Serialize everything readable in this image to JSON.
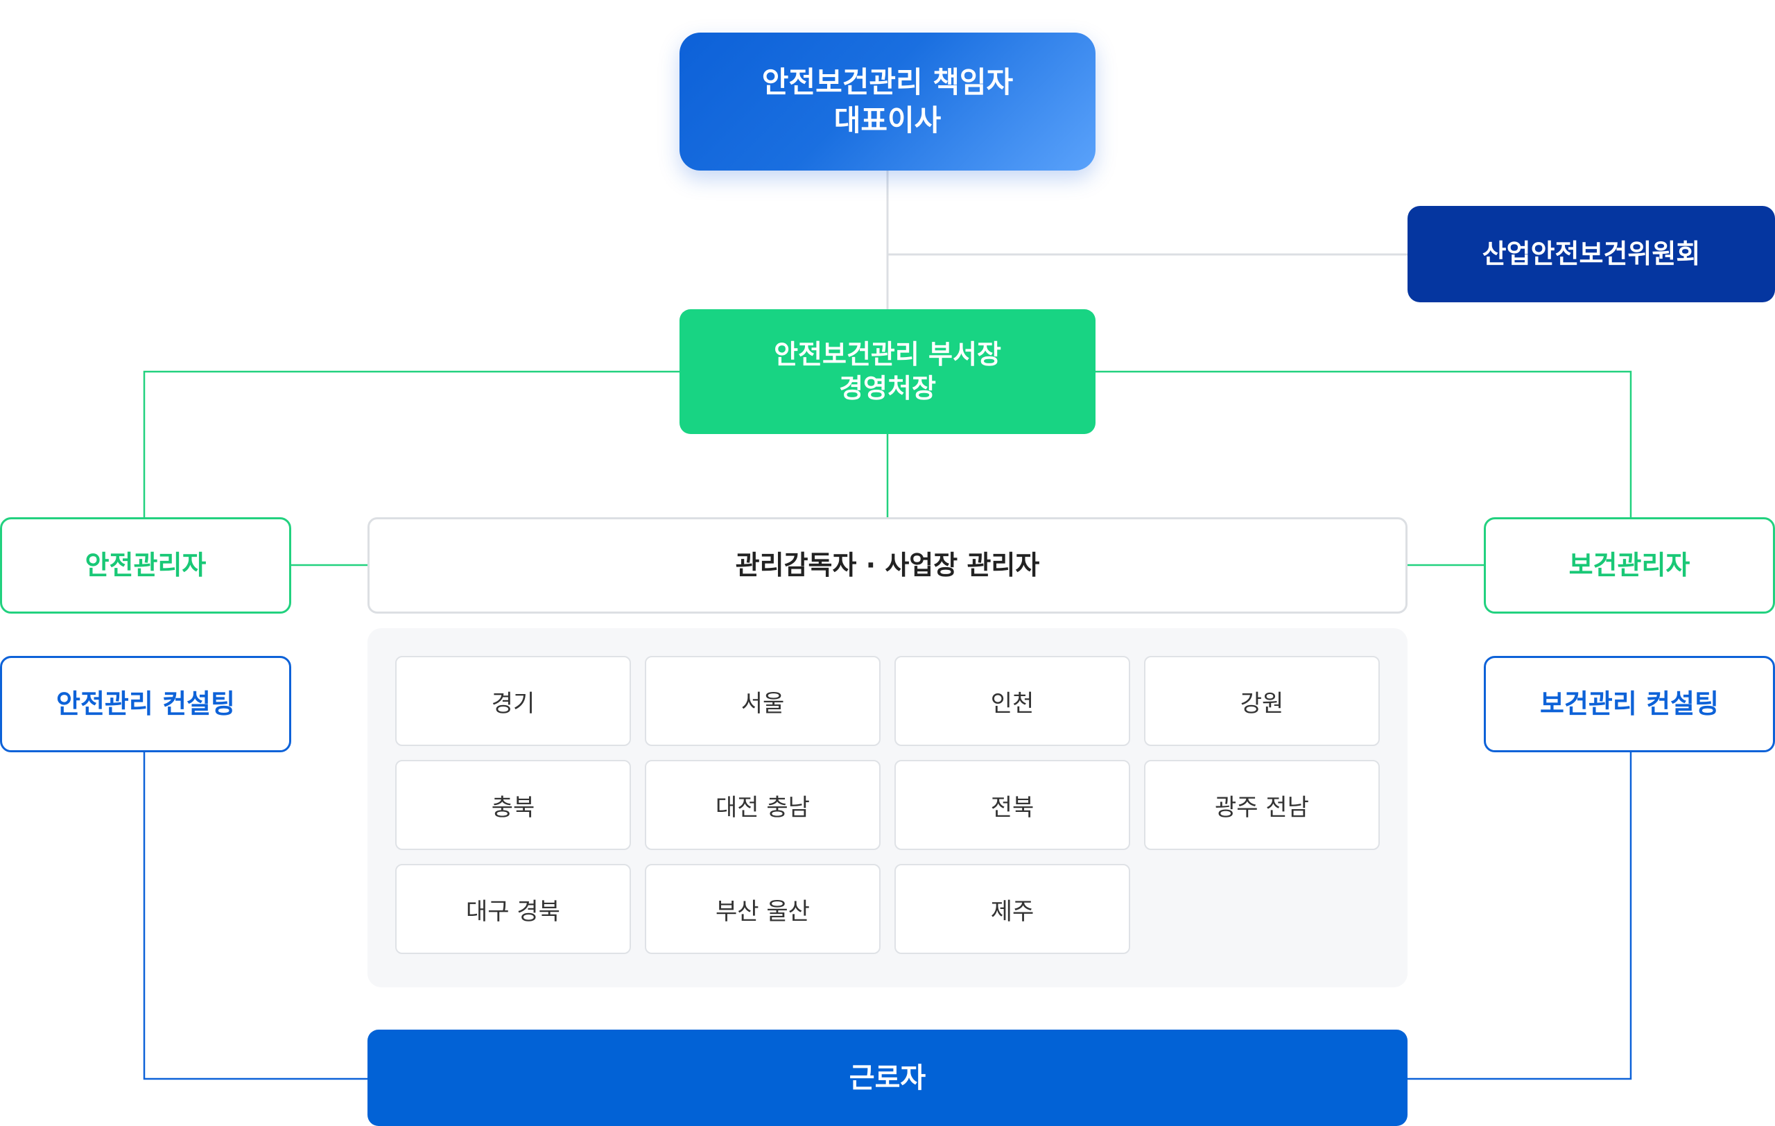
{
  "ceo": {
    "title": "안전보건관리 책임자",
    "subtitle": "대표이사"
  },
  "committee": {
    "label": "산업안전보건위원회"
  },
  "manager": {
    "title": "안전보건관리 부서장",
    "subtitle": "경영처장"
  },
  "safety_manager": {
    "label": "안전관리자"
  },
  "health_manager": {
    "label": "보건관리자"
  },
  "safety_consulting": {
    "label": "안전관리 컨설팅"
  },
  "health_consulting": {
    "label": "보건관리 컨설팅"
  },
  "supervisor": {
    "label": "관리감독자 · 사업장 관리자"
  },
  "regions": [
    "경기",
    "서울",
    "인천",
    "강원",
    "충북",
    "대전 충남",
    "전북",
    "광주 전남",
    "대구 경북",
    "부산 울산",
    "제주"
  ],
  "workers": {
    "label": "근로자"
  },
  "colors": {
    "ceo_gradient_start": "#0d61d8",
    "ceo_gradient_end": "#5aa2fb",
    "committee": "#0536a0",
    "green": "#18d483",
    "blue": "#0262d6",
    "gray_line": "#dcdfe3"
  }
}
